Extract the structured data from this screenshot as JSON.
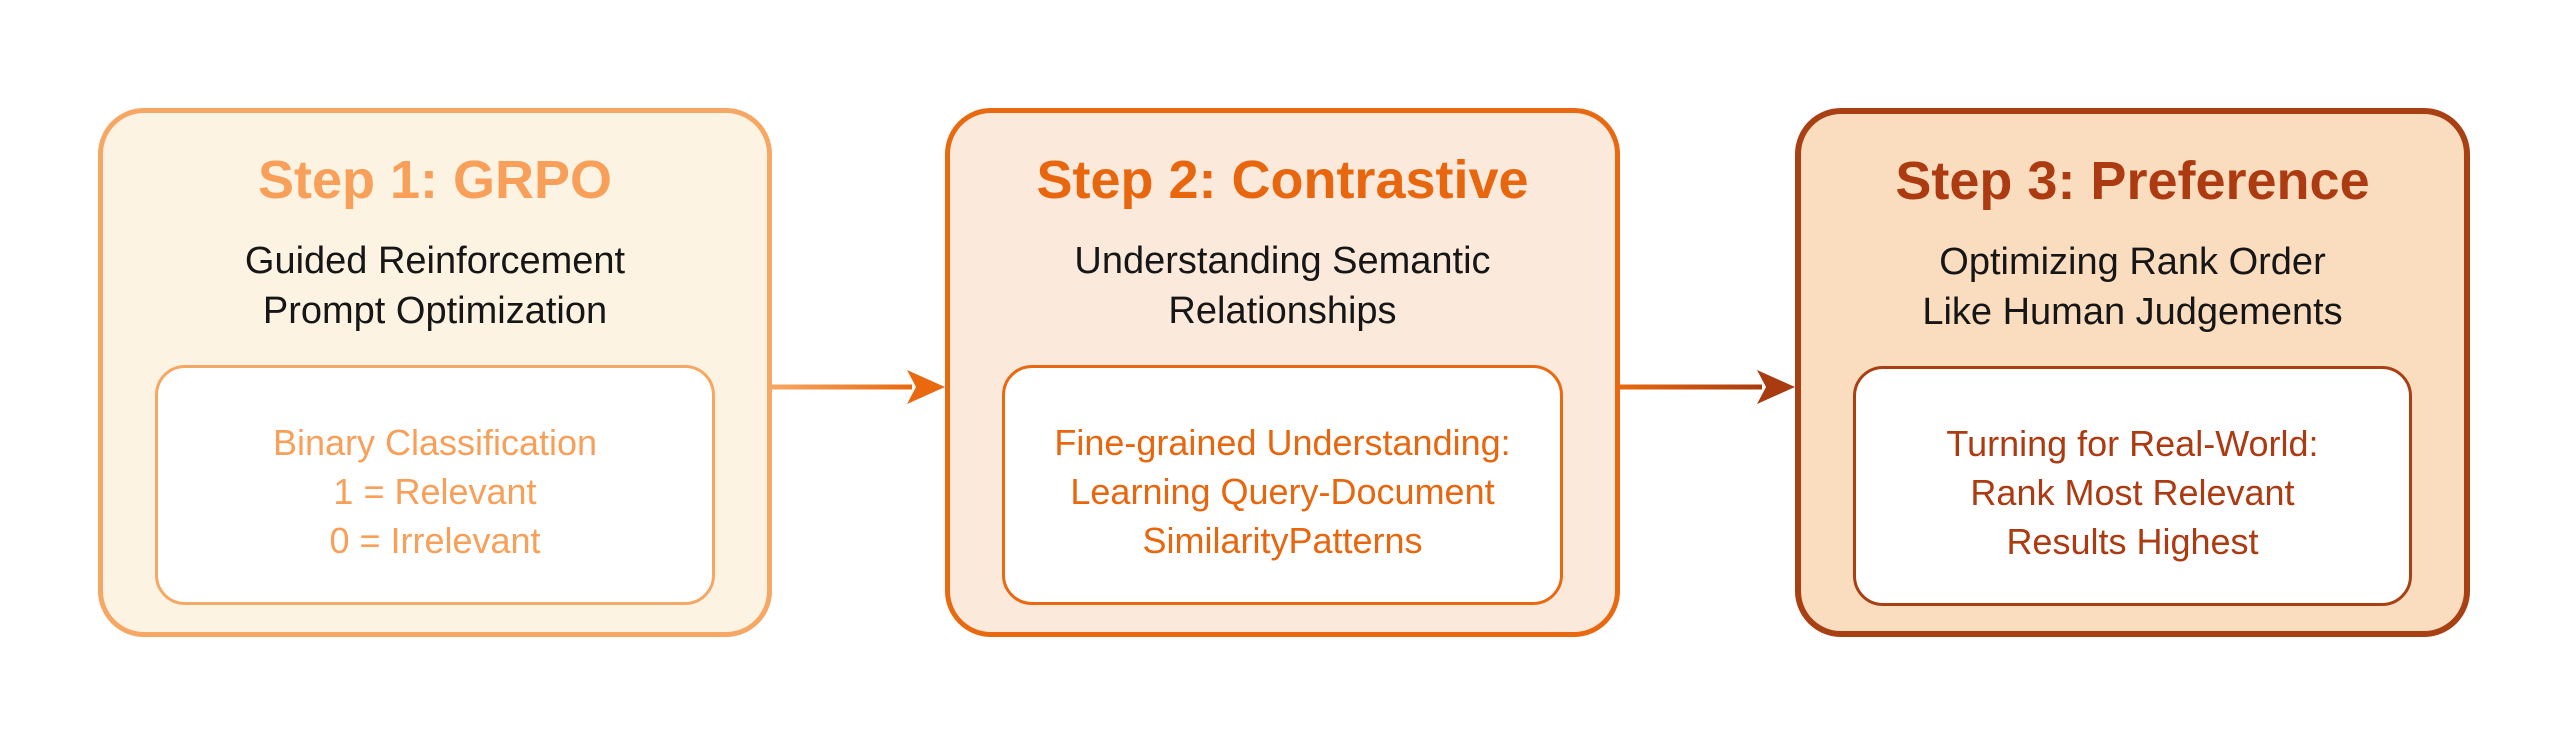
{
  "canvas": {
    "background": "#FFFFFF"
  },
  "steps": [
    {
      "title": "Step 1: GRPO",
      "subtitle_lines": [
        "Guided Reinforcement",
        "Prompt Optimization"
      ],
      "detail_lines": [
        "Binary Classification",
        "1 = Relevant",
        "0 = Irrelevant"
      ],
      "colors": {
        "border": "#F6A764",
        "background": "#FDF3E3",
        "accent": "#F8A05A",
        "subtitle_text": "#161616"
      }
    },
    {
      "title": "Step 2: Contrastive",
      "subtitle_lines": [
        "Understanding Semantic",
        "Relationships"
      ],
      "detail_lines": [
        "Fine-grained Understanding:",
        "Learning Query-Document",
        "SimilarityPatterns"
      ],
      "colors": {
        "border": "#E8690F",
        "background": "#FBE9DC",
        "accent": "#E8660D",
        "subtitle_text": "#161616"
      }
    },
    {
      "title": "Step 3: Preference",
      "subtitle_lines": [
        "Optimizing Rank Order",
        "Like Human Judgements"
      ],
      "detail_lines": [
        "Turning for Real-World:",
        "Rank Most Relevant",
        "Results Highest"
      ],
      "colors": {
        "border": "#A84014",
        "background": "#FADCBF",
        "accent": "#AC3B12",
        "subtitle_text": "#161616"
      }
    }
  ],
  "arrows": [
    {
      "from": "Step 1: GRPO",
      "to": "Step 2: Contrastive",
      "direction": "right",
      "from_color": "#F6A764",
      "to_color": "#E8690F"
    },
    {
      "from": "Step 2: Contrastive",
      "to": "Step 3: Preference",
      "direction": "right",
      "from_color": "#E8690F",
      "to_color": "#A83C10"
    }
  ]
}
